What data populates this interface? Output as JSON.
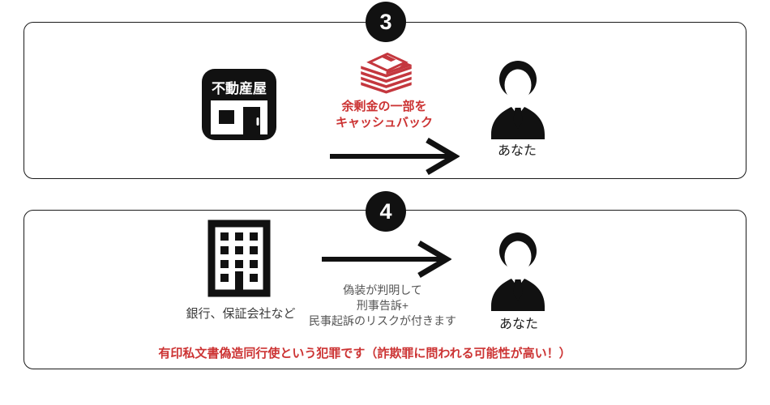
{
  "colors": {
    "red_icon": "#c4373e",
    "red_text": "#cc3333",
    "black": "#111111",
    "gray_text": "#555555",
    "panel_border": "#1a1a1a"
  },
  "icons": {
    "storefront": "storefront-icon",
    "money_stack": "money-stack-icon",
    "person": "business-person-icon",
    "building": "office-building-icon",
    "arrow_right": "arrow-right-icon"
  },
  "panels": [
    {
      "badge": "3",
      "storefront_label": "不動産屋",
      "cashback_caption_line1": "余剰金の一部を",
      "cashback_caption_line2": "キャッシュバック",
      "person_label": "あなた"
    },
    {
      "badge": "4",
      "bank_label": "銀行、保証会社など",
      "risk_caption_line1": "偽装が判明して",
      "risk_caption_line2": "刑事告訴+",
      "risk_caption_line3": "民事起訴のリスクが付きます",
      "person_label": "あなた",
      "warning": "有印私文書偽造同行使という犯罪です（詐欺罪に問われる可能性が高い！）"
    }
  ]
}
